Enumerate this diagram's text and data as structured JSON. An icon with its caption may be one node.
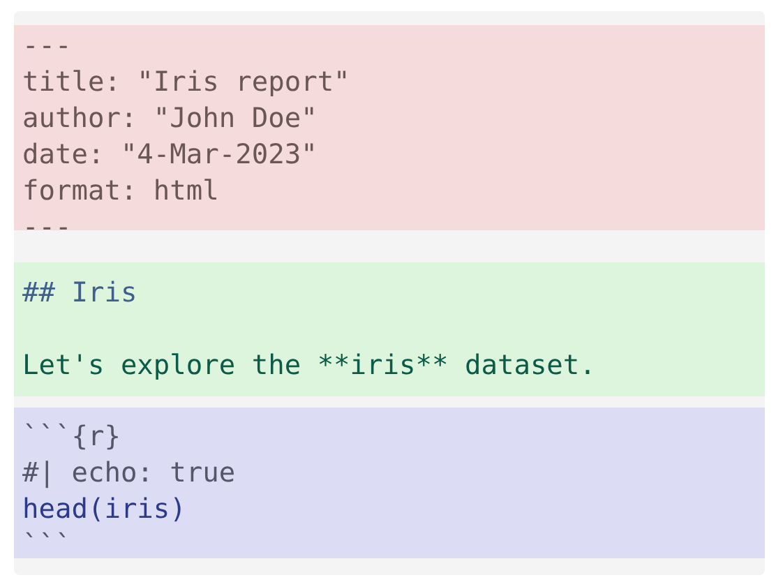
{
  "diagram": {
    "nodes": [
      {
        "text": [
          "---",
          "title: \"Iris report\"",
          "author: \"John Doe\"",
          "date: \"4-Mar-2023\"",
          "format: html",
          "---"
        ]
      },
      {
        "text": [
          "## Iris",
          "Let's explore the **iris** dataset."
        ]
      },
      {
        "text": [
          "```{r}",
          "#| echo: true",
          "head(iris)",
          "```"
        ]
      }
    ]
  }
}
